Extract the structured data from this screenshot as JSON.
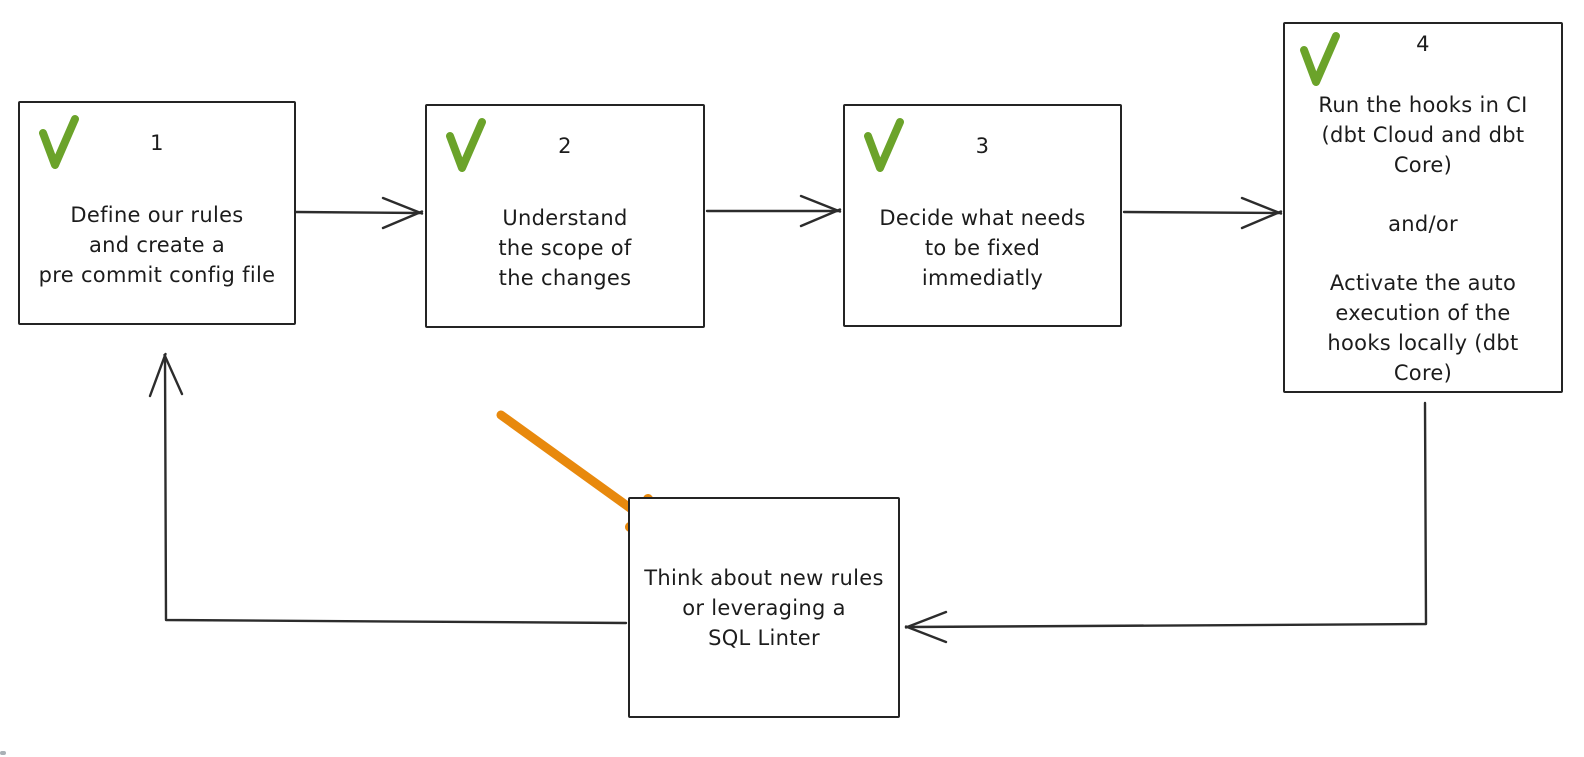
{
  "diagram": {
    "colors": {
      "check": "#6ba32a",
      "arrow_accent": "#e8890d",
      "stroke": "#2c2c2c"
    },
    "steps": [
      {
        "number": "1",
        "lines": [
          "Define our rules",
          "and create a",
          "pre commit config file"
        ]
      },
      {
        "number": "2",
        "lines": [
          "Understand",
          "the scope of",
          "the changes"
        ]
      },
      {
        "number": "3",
        "lines": [
          "Decide what needs",
          "to be fixed",
          "immediatly"
        ]
      },
      {
        "number": "4",
        "paragraphs": [
          {
            "lines": [
              "Run the hooks in CI",
              "(dbt Cloud and dbt",
              "Core)"
            ]
          },
          {
            "lines": [
              "and/or"
            ]
          },
          {
            "lines": [
              "Activate the auto",
              "execution of the",
              "hooks locally (dbt",
              "Core)"
            ]
          }
        ]
      }
    ],
    "loop_box": {
      "lines": [
        "Think about new rules",
        "or leveraging a",
        "SQL Linter"
      ]
    }
  }
}
